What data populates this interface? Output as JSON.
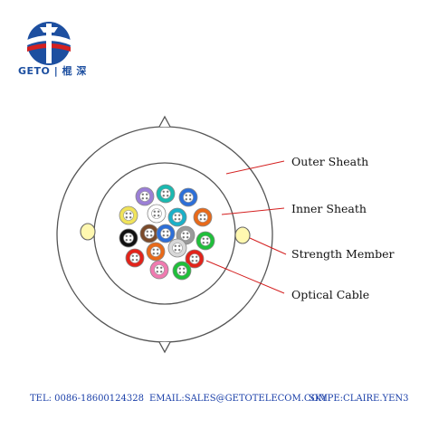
{
  "logo": {
    "icon": "geto-globe-logo-icon",
    "text": "GETO | 棍 深"
  },
  "labels": {
    "outer_sheath": "Outer Sheath",
    "inner_sheath": "Inner Sheath",
    "strength_member": "Strength Member",
    "optical_cable": "Optical Cable"
  },
  "footer": {
    "tel": "TEL: 0086-18600124328",
    "email": "EMAIL:SALES@GETOTELECOM.COM",
    "skype": "SKYPE:CLAIRE.YEN3"
  },
  "colors": {
    "outline": "#555555",
    "pointer_line": "#d42020",
    "strength_member_fill": "#fff8b0",
    "fiber_ring": "#c8c8c8"
  },
  "fibers": [
    {
      "color": "#9b7fd6",
      "icon": "fiber-unit-violet"
    },
    {
      "color": "#1ab9b0",
      "icon": "fiber-unit-cyan"
    },
    {
      "color": "#2d6fd8",
      "icon": "fiber-unit-blue"
    },
    {
      "color": "#f0e35a",
      "icon": "fiber-unit-yellow"
    },
    {
      "color": "#ffffff",
      "icon": "fiber-unit-white"
    },
    {
      "color": "#1ab0c8",
      "icon": "fiber-unit-aqua"
    },
    {
      "color": "#e86a1a",
      "icon": "fiber-unit-orange"
    },
    {
      "color": "#111111",
      "icon": "fiber-unit-black"
    },
    {
      "color": "#7a4a2a",
      "icon": "fiber-unit-brown"
    },
    {
      "color": "#2d6fd8",
      "icon": "fiber-unit-blue-2"
    },
    {
      "color": "#9a9a9a",
      "icon": "fiber-unit-slate"
    },
    {
      "color": "#1fbf3a",
      "icon": "fiber-unit-green"
    },
    {
      "color": "#e2231a",
      "icon": "fiber-unit-red"
    },
    {
      "color": "#e86a1a",
      "icon": "fiber-unit-orange-2"
    },
    {
      "color": "#d8d8d8",
      "icon": "fiber-unit-grey"
    },
    {
      "color": "#e2231a",
      "icon": "fiber-unit-red-2"
    },
    {
      "color": "#f07ab0",
      "icon": "fiber-unit-rose"
    },
    {
      "color": "#1fbf3a",
      "icon": "fiber-unit-green-2"
    }
  ]
}
